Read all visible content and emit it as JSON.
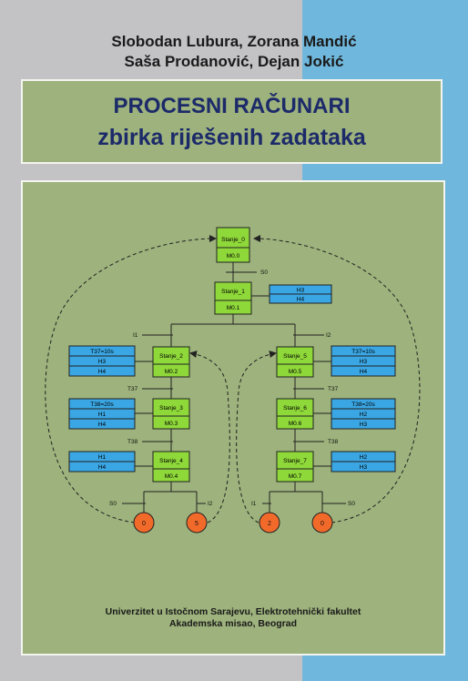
{
  "authors": {
    "line1": "Slobodan Lubura, Zorana Mandić",
    "line2": "Saša Prodanović, Dejan Jokić"
  },
  "title": {
    "line1": "PROCESNI RAČUNARI",
    "line2": "zbirka riješenih zadataka"
  },
  "diagram": {
    "states": [
      {
        "id": "s0",
        "label": "Stanje_0",
        "mem": "M0.0"
      },
      {
        "id": "s1",
        "label": "Stanje_1",
        "mem": "M0.1"
      },
      {
        "id": "s2",
        "label": "Stanje_2",
        "mem": "M0.2"
      },
      {
        "id": "s3",
        "label": "Stanje_3",
        "mem": "M0.3"
      },
      {
        "id": "s4",
        "label": "Stanje_4",
        "mem": "M0.4"
      },
      {
        "id": "s5",
        "label": "Stanje_5",
        "mem": "M0.5"
      },
      {
        "id": "s6",
        "label": "Stanje_6",
        "mem": "M0.6"
      },
      {
        "id": "s7",
        "label": "Stanje_7",
        "mem": "M0.7"
      }
    ],
    "actions": [
      {
        "id": "a1",
        "rows": [
          "H3",
          "H4"
        ]
      },
      {
        "id": "a2",
        "rows": [
          "T37=10s",
          "H3",
          "H4"
        ]
      },
      {
        "id": "a3",
        "rows": [
          "T38=20s",
          "H1",
          "H4"
        ]
      },
      {
        "id": "a4",
        "rows": [
          "H1",
          "H4"
        ]
      },
      {
        "id": "a5",
        "rows": [
          "T37=10s",
          "H3",
          "H4"
        ]
      },
      {
        "id": "a6",
        "rows": [
          "T38=20s",
          "H2",
          "H3"
        ]
      },
      {
        "id": "a7",
        "rows": [
          "H2",
          "H3"
        ]
      }
    ],
    "transitions": [
      {
        "id": "t_s0",
        "label": "S0"
      },
      {
        "id": "t_i1",
        "label": "I1"
      },
      {
        "id": "t_i2",
        "label": "I2"
      },
      {
        "id": "t_t37l",
        "label": "T37"
      },
      {
        "id": "t_t38l",
        "label": "T38"
      },
      {
        "id": "t_t37r",
        "label": "T37"
      },
      {
        "id": "t_t38r",
        "label": "T38"
      },
      {
        "id": "t_s0b",
        "label": "S0"
      },
      {
        "id": "t_i2b",
        "label": "I2"
      },
      {
        "id": "t_i1b",
        "label": "I1"
      },
      {
        "id": "t_s0c",
        "label": "S0"
      }
    ],
    "jumps": [
      {
        "id": "j1",
        "label": "0"
      },
      {
        "id": "j2",
        "label": "5"
      },
      {
        "id": "j3",
        "label": "2"
      },
      {
        "id": "j4",
        "label": "0"
      }
    ],
    "colors": {
      "state_fill": "#8fd83a",
      "action_fill": "#3aa6e3",
      "jump_fill": "#f26a2a",
      "panel": "#9db27c"
    }
  },
  "publisher": {
    "line1": "Univerzitet u Istočnom Sarajevu, Elektrotehnički fakultet",
    "line2": "Akademska misao, Beograd"
  }
}
